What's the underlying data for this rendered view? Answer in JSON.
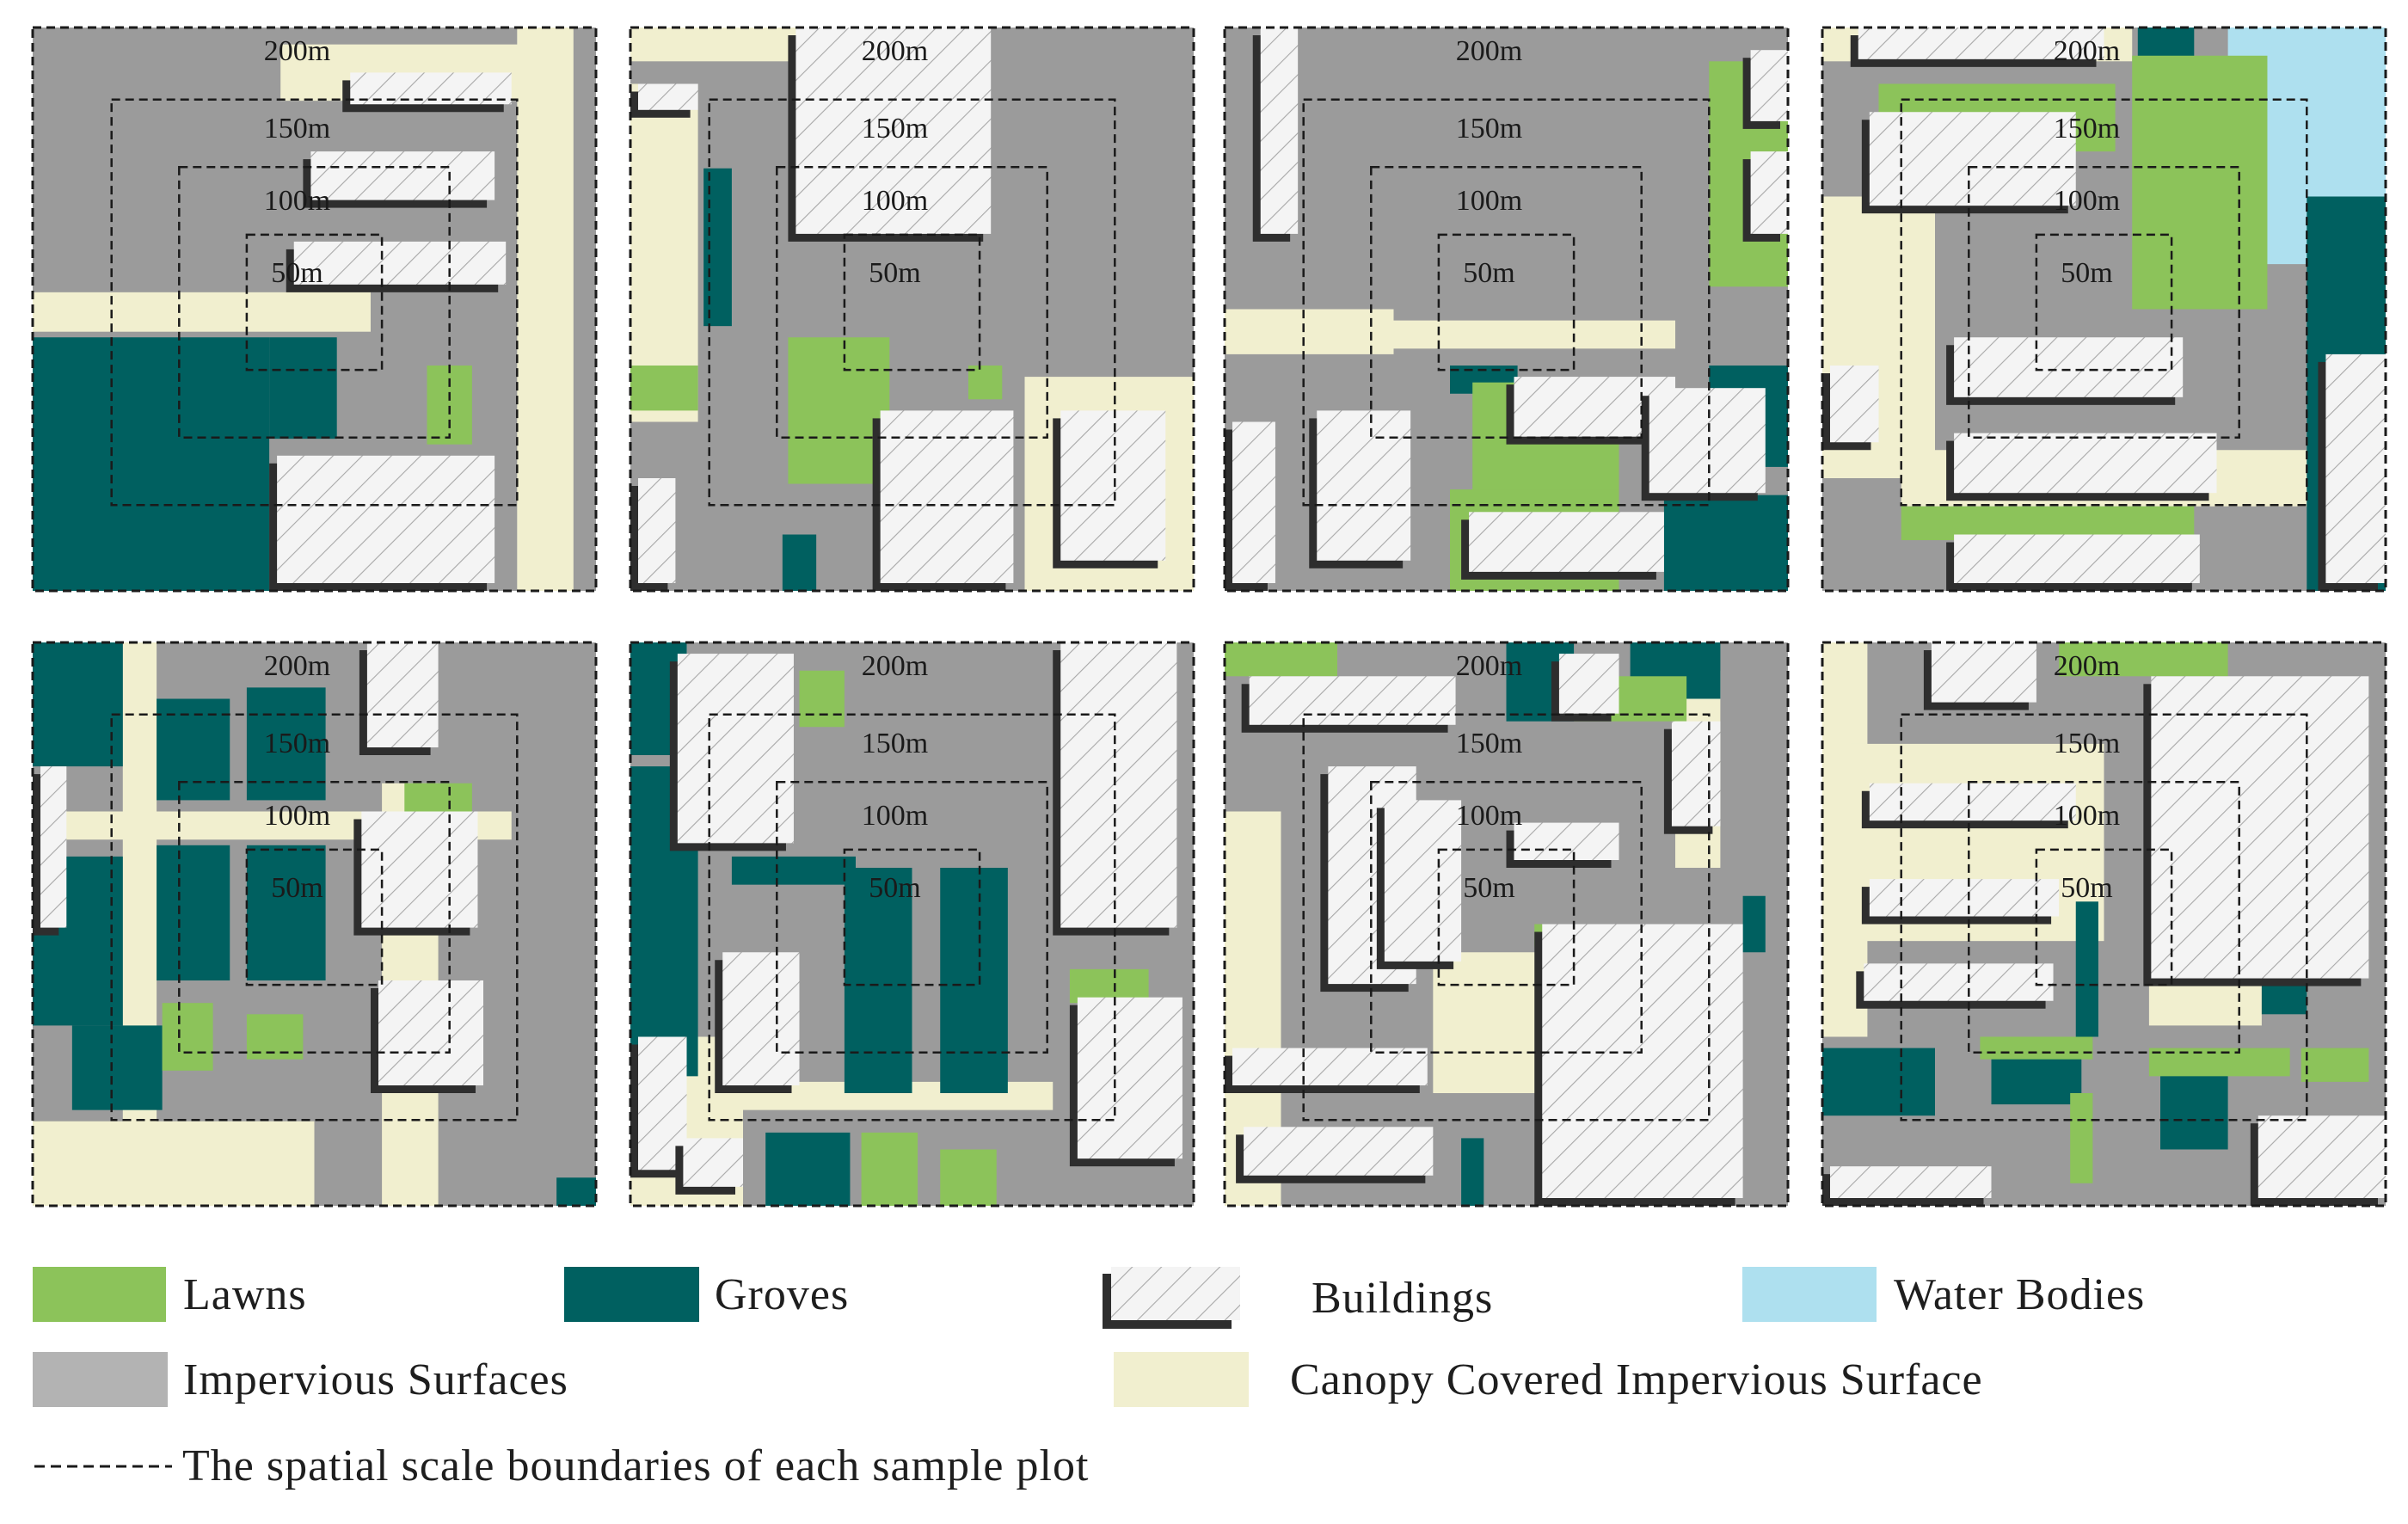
{
  "figure": {
    "scale_labels": [
      "200m",
      "150m",
      "100m",
      "50m"
    ],
    "plot_count": 8
  },
  "colors": {
    "lawns": "#8cc35a",
    "groves": "#006060",
    "buildings": "#f2f2f2",
    "building_shadow": "#2e2e2e",
    "water_bodies": "#aee0ef",
    "impervious_surfaces": "#9b9b9b",
    "canopy_covered_impervious_surface": "#f1efcf",
    "boundary_line": "#1a1a1a"
  },
  "legend": {
    "lawns": "Lawns",
    "groves": "Groves",
    "buildings": "Buildings",
    "water_bodies": "Water Bodies",
    "impervious_surfaces": "Impervious Surfaces",
    "canopy_covered": "Canopy Covered Impervious Surface",
    "boundary": "The spatial scale boundaries of each sample plot"
  }
}
